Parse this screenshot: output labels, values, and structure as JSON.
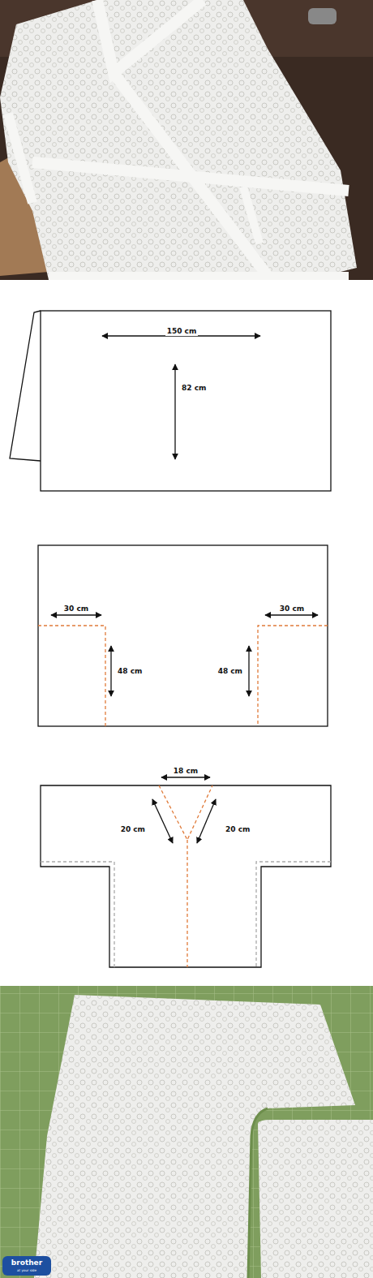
{
  "diagram": {
    "labels": [
      "150 cm",
      "82 cm",
      "30 cm",
      "30 cm",
      "48 cm",
      "48 cm",
      "18 cm",
      "20 cm",
      "20 cm",
      "brother",
      "at your side"
    ]
  }
}
